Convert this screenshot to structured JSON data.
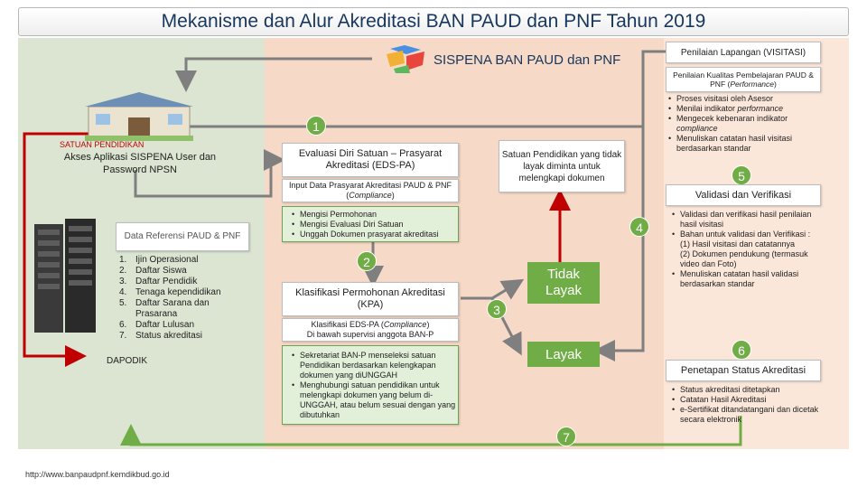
{
  "title": "Mekanisme dan Alur Akreditasi BAN PAUD dan PNF Tahun 2019",
  "sispena": "SISPENA BAN PAUD dan PNF",
  "left": {
    "satuan_label": "SATUAN PENDIDIKAN",
    "akses": "Akses Aplikasi SISPENA User dan Password NPSN",
    "data_ref": "Data Referensi PAUD & PNF",
    "data_list": [
      {
        "n": "1.",
        "t": "Ijin Operasional"
      },
      {
        "n": "2.",
        "t": "Daftar Siswa"
      },
      {
        "n": "3.",
        "t": "Daftar Pendidik"
      },
      {
        "n": "4.",
        "t": "Tenaga kependidikan"
      },
      {
        "n": "5.",
        "t": "Daftar Sarana dan Prasarana"
      },
      {
        "n": "6.",
        "t": "Daftar Lulusan"
      },
      {
        "n": "7.",
        "t": "Status akreditasi"
      }
    ],
    "dapodik": "DAPODIK",
    "url": "http://www.banpaudpnf.kemdikbud.go.id"
  },
  "mid": {
    "eds": "Evaluasi Diri Satuan – Prasyarat Akreditasi (EDS-PA)",
    "input_pre": "Input Data Prasyarat Akreditasi PAUD & PNF (",
    "input_em": "Compliance",
    "input_post": ")",
    "eds_steps": [
      "Mengisi Permohonan",
      "Mengisi Evaluasi Diri Satuan",
      "Unggah Dokumen prasyarat akreditasi"
    ],
    "kpa": "Klasifikasi Permohonan Akreditasi (KPA)",
    "kpa_sub_pre": "Klasifikasi EDS-PA (",
    "kpa_sub_em": "Compliance",
    "kpa_sub_post": ")",
    "kpa_sub2": "Di bawah supervisi anggota BAN-P",
    "kpa_steps": [
      "Sekretariat BAN-P menseleksi satuan Pendidikan berdasarkan kelengkapan dokumen yang diUNGGAH",
      "Menghubungi satuan pendidikan untuk melengkapi dokumen yang belum di-UNGGAH, atau belum sesuai dengan yang dibutuhkan"
    ],
    "tidak_layak_note": "Satuan Pendidikan yang tidak layak diminta untuk melengkapi dokumen",
    "tidak_layak": "Tidak Layak",
    "layak": "Layak"
  },
  "right": {
    "visitasi": "Penilaian Lapangan (VISITASI)",
    "kualitas_pre": "Penilaian Kualitas Pembelajaran PAUD & PNF (",
    "kualitas_em": "Performance",
    "kualitas_post": ")",
    "visit_steps": [
      {
        "pre": "Proses visitasi oleh Asesor",
        "em": ""
      },
      {
        "pre": "Menilai indikator ",
        "em": "performance"
      },
      {
        "pre": "Mengecek kebenaran indikator ",
        "em": "compliance"
      },
      {
        "pre": "Menuliskan catatan hasil visitasi berdasarkan standar",
        "em": ""
      }
    ],
    "validasi": "Validasi dan Verifikasi",
    "val_1": "Validasi dan verifikasi hasil penilaian hasil visitasi",
    "val_2": "Bahan untuk validasi dan Verifikasi :",
    "val_2a": "(1)  Hasil visitasi dan catatannya",
    "val_2b": "(2)  Dokumen pendukung (termasuk video dan Foto)",
    "val_3": "Menuliskan catatan hasil validasi berdasarkan standar",
    "penetapan": "Penetapan Status Akreditasi",
    "pen_steps": [
      "Status akreditasi ditetapkan",
      "Catatan Hasil Akreditasi",
      "e-Sertifikat ditandatangani dan dicetak secara elektronik"
    ]
  },
  "steps": [
    "1",
    "2",
    "3",
    "4",
    "5",
    "6",
    "7"
  ],
  "colors": {
    "green": "#70ad47",
    "red": "#c00000",
    "gray": "#7f7f7f",
    "blue": "#4a90e2",
    "title": "#17375e"
  }
}
